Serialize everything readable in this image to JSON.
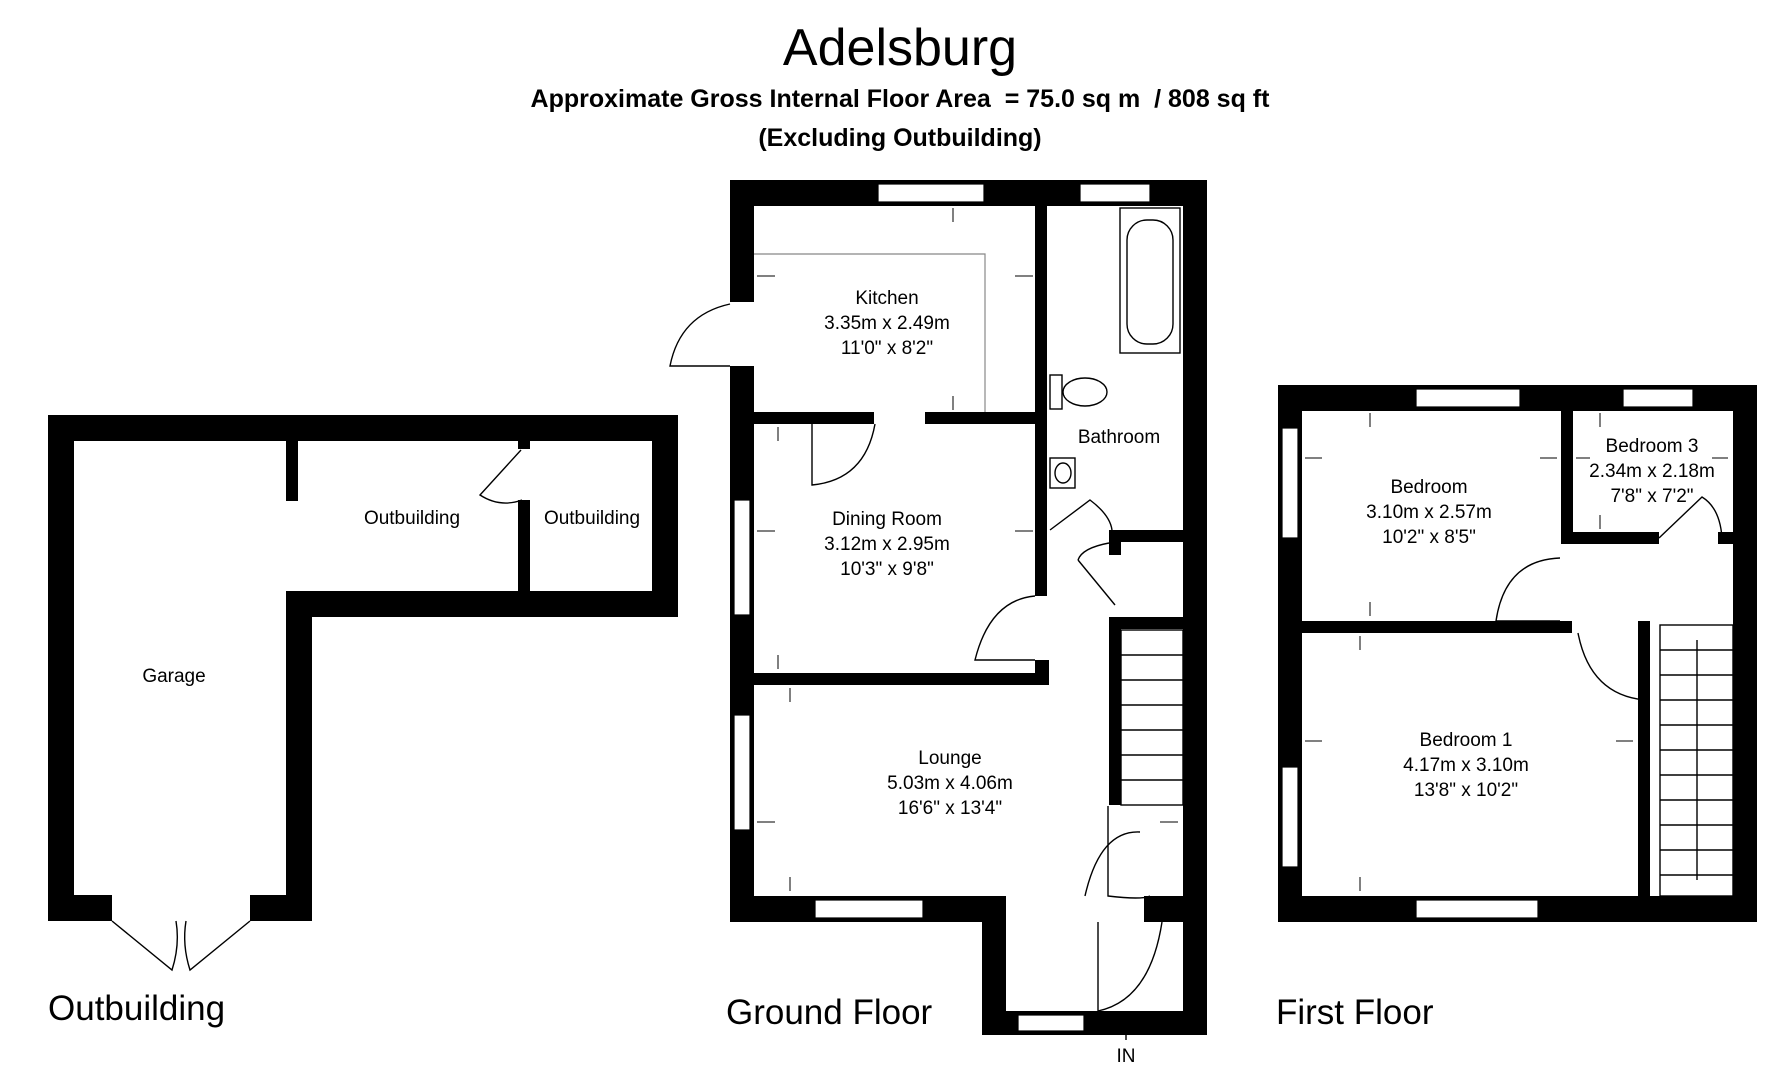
{
  "title": "Adelsburg",
  "subtitle": "Approximate Gross Internal Floor Area  = 75.0 sq m  / 808 sq ft",
  "subtitle2": "(Excluding Outbuilding)",
  "floors": {
    "outbuilding": "Outbuilding",
    "ground": "Ground Floor",
    "first": "First Floor"
  },
  "entrance": "IN",
  "rooms": {
    "garage": {
      "name": "Garage"
    },
    "outbuilding_a": {
      "name": "Outbuilding"
    },
    "outbuilding_b": {
      "name": "Outbuilding"
    },
    "kitchen": {
      "name": "Kitchen",
      "metric": "3.35m x 2.49m",
      "imperial": "11'0\" x 8'2\""
    },
    "dining": {
      "name": "Dining Room",
      "metric": "3.12m x 2.95m",
      "imperial": "10'3\" x 9'8\""
    },
    "bathroom": {
      "name": "Bathroom"
    },
    "lounge": {
      "name": "Lounge",
      "metric": "5.03m x 4.06m",
      "imperial": "16'6\" x 13'4\""
    },
    "bedroom": {
      "name": "Bedroom",
      "metric": "3.10m x 2.57m",
      "imperial": "10'2\" x 8'5\""
    },
    "bedroom3": {
      "name": "Bedroom 3",
      "metric": "2.34m x 2.18m",
      "imperial": "7'8\" x 7'2\""
    },
    "bedroom1": {
      "name": "Bedroom 1",
      "metric": "4.17m x 3.10m",
      "imperial": "13'8\" x 10'2\""
    }
  }
}
